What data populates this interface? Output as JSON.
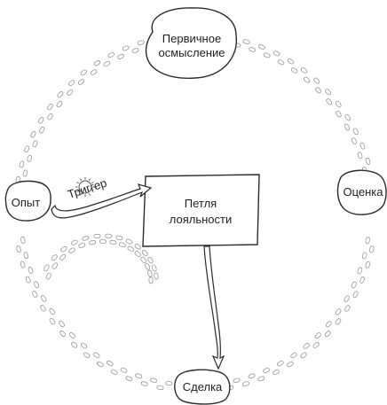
{
  "nodes": {
    "initial_comprehension": {
      "line1": "Первичное",
      "line2": "осмысление"
    },
    "experience": {
      "label": "Опыт"
    },
    "evaluation": {
      "label": "Оценка"
    },
    "deal": {
      "label": "Сделка"
    },
    "loyalty_loop": {
      "line1": "Петля",
      "line2": "лояльности"
    }
  },
  "trigger": {
    "label": "Триггер"
  },
  "icons": {
    "footprints": "footprint-icon",
    "trigger_sun": "sun-icon"
  },
  "colors": {
    "stroke": "#2b2b2b",
    "footprints": "#9a9a9a",
    "background": "#ffffff"
  }
}
